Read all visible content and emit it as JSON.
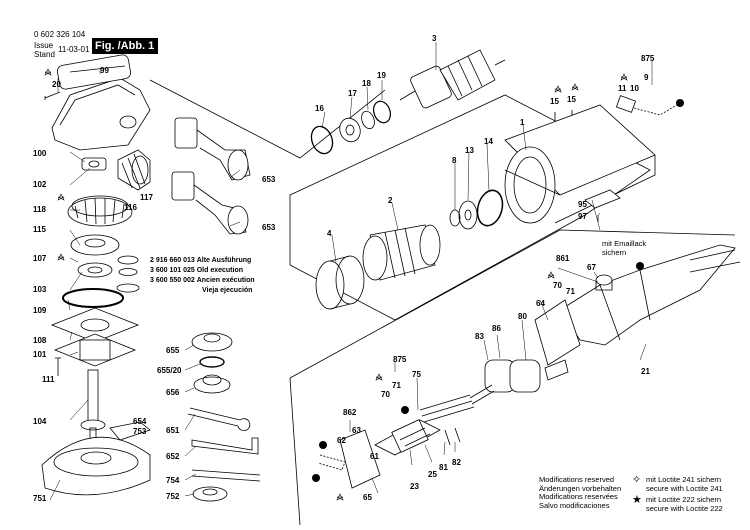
{
  "doc": {
    "part_number": "0 602 326 104",
    "issue_label": "Issue",
    "stand_label": "Stand",
    "date": "11-03-01",
    "figure": "Fig. /Abb. 1"
  },
  "callouts": [
    "3",
    "875",
    "20",
    "99",
    "16",
    "17",
    "18",
    "19",
    "9",
    "15",
    "15",
    "11",
    "10",
    "1",
    "100",
    "653",
    "102",
    "117",
    "116",
    "118",
    "8",
    "13",
    "14",
    "2",
    "115",
    "4",
    "95",
    "97",
    "107",
    "861",
    "67",
    "70",
    "71",
    "64",
    "653",
    "103",
    "109",
    "108",
    "101",
    "111",
    "655",
    "655/20",
    "656",
    "651",
    "652",
    "754",
    "752",
    "104",
    "654",
    "753",
    "751",
    "875",
    "75",
    "70",
    "71",
    "862",
    "63",
    "62",
    "65",
    "61",
    "23",
    "25",
    "81",
    "82",
    "83",
    "86",
    "80",
    "21",
    "mit Emaillack sichern",
    "mit Emaillack",
    "sichern"
  ],
  "kit_lines": [
    {
      "num": "2 916 660 013",
      "de": "Alte Ausführung"
    },
    {
      "num": "3 600 101 025",
      "de": "Old execution"
    },
    {
      "num": "3 600 550 002",
      "de": "Ancien exécution"
    },
    {
      "num": "",
      "de": "Vieja ejecución"
    }
  ],
  "notes": {
    "modifications": [
      "Modifications reserved",
      "Änderungen vorbehalten",
      "Modifications reservées",
      "Salvo modificaciones"
    ],
    "loctite241": [
      "mit Loctite 241 sichern",
      "secure with Loctite 241"
    ],
    "loctite222": [
      "mit Loctite 222 sichern",
      "secure with Loctite 222"
    ],
    "symbol241": "✧",
    "symbol222": "★"
  }
}
